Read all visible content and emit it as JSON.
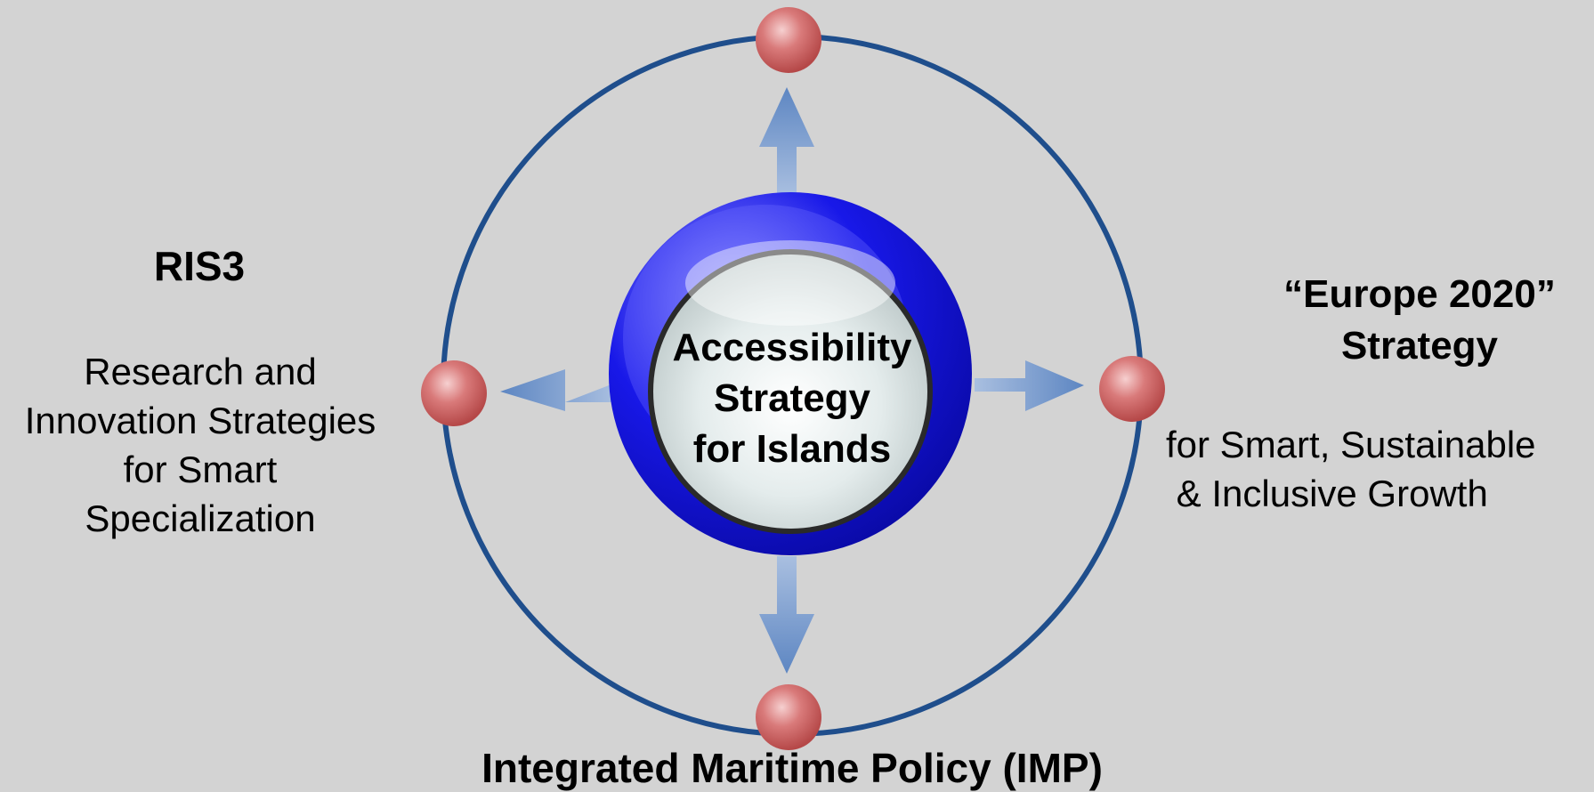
{
  "center": {
    "lines": [
      "Accessibility",
      "Strategy",
      "for Islands"
    ]
  },
  "left": {
    "title": "RIS3",
    "lines": [
      "Research and",
      "Innovation Strategies",
      "for Smart",
      "Specialization"
    ]
  },
  "right": {
    "title_lines": [
      "“Europe 2020”",
      "Strategy"
    ],
    "lines": [
      "for Smart, Sustainable",
      " & Inclusive Growth"
    ]
  },
  "bottom": {
    "title": "Integrated Maritime Policy (IMP)"
  },
  "colors": {
    "background": "#d3d3d3",
    "orbit": "#1f4e8c",
    "arrow": "#6f93c7",
    "node": "#cd5c5c",
    "ring": "#1010e0"
  }
}
